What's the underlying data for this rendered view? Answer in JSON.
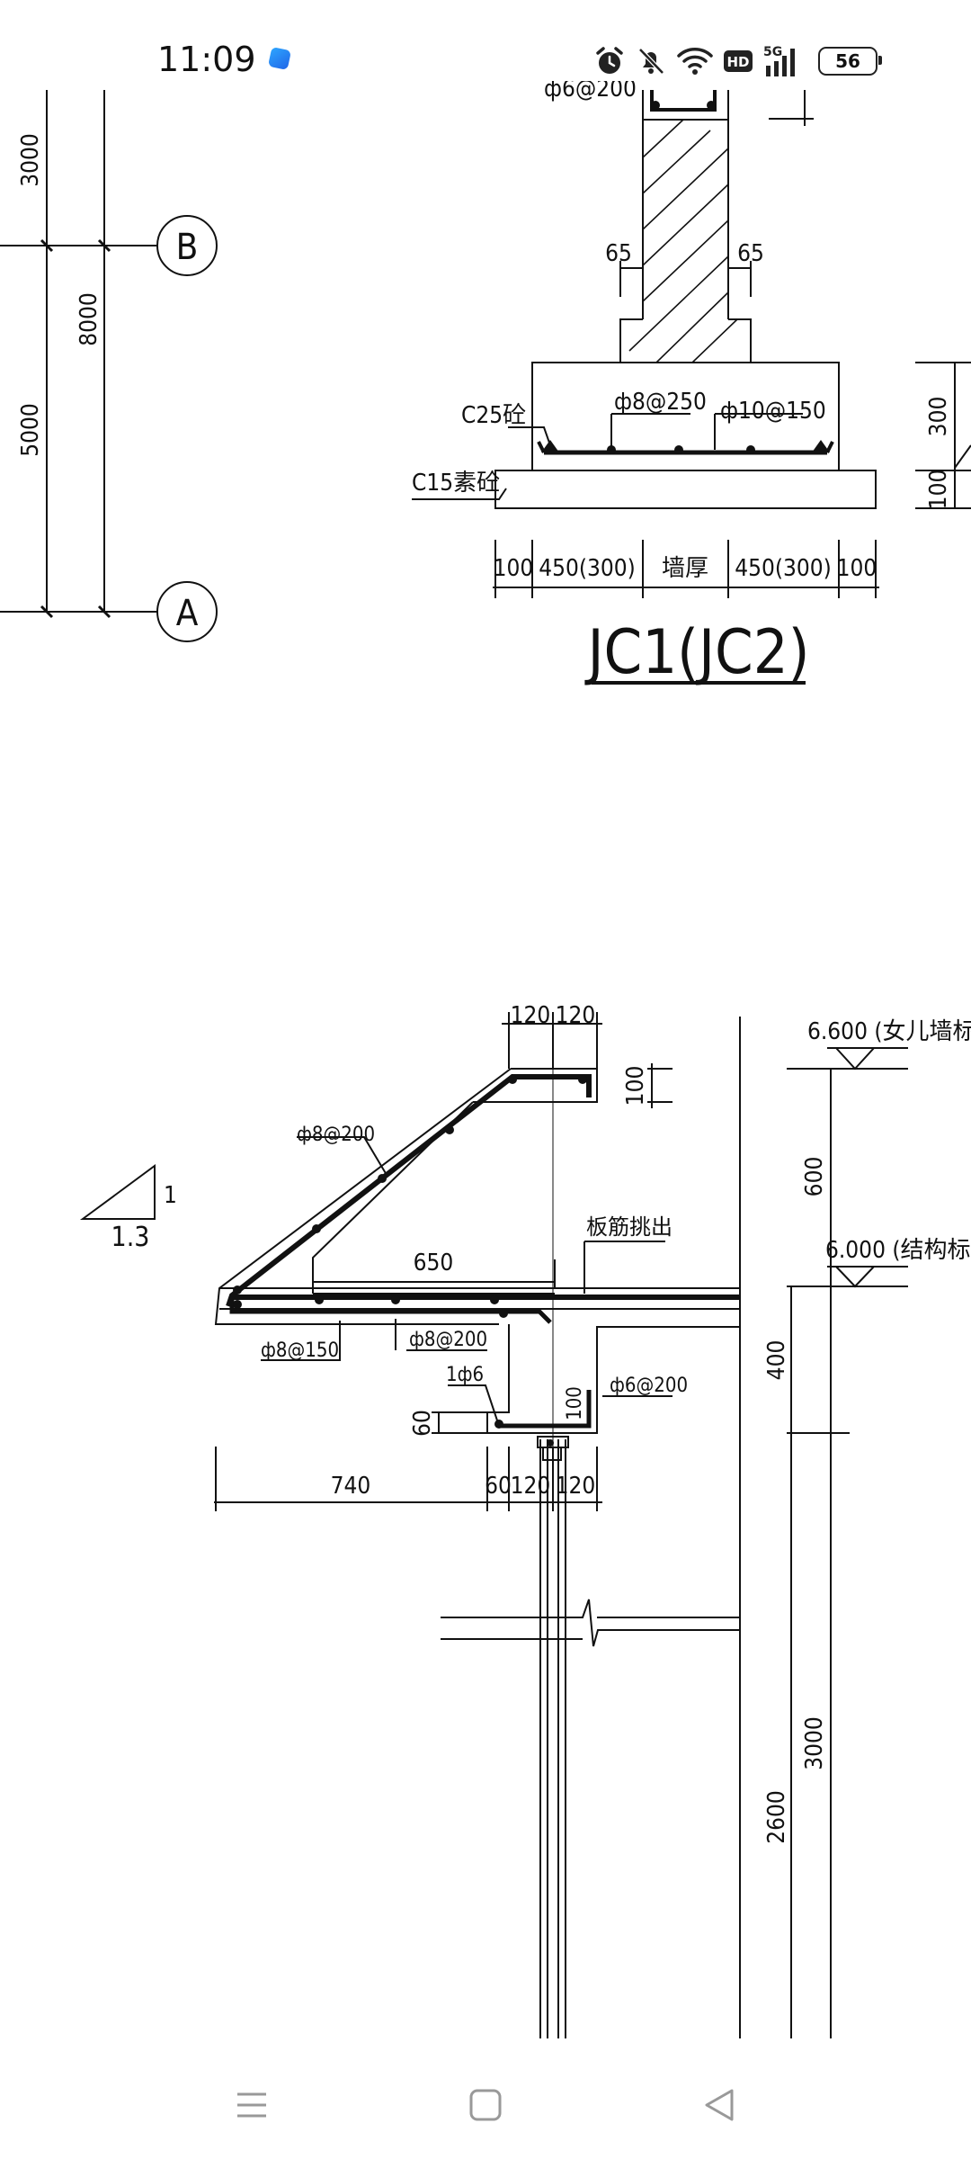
{
  "status_bar": {
    "time": "11:09",
    "signal_label": "5G",
    "hd_label": "HD",
    "battery_level": "56",
    "icons": [
      "app-notification-icon",
      "alarm-icon",
      "mute-icon",
      "wifi-icon",
      "hd-icon",
      "signal-5g-icon",
      "battery-icon"
    ]
  },
  "drawing_top": {
    "axis_dims": [
      "3000",
      "8000",
      "5000"
    ],
    "axis_labels": [
      "B",
      "A"
    ],
    "rebar_partial": "ф6@200",
    "dim_65_left": "65",
    "dim_65_right": "65",
    "concrete_c25": "C25砼",
    "concrete_c15": "C15素砼",
    "rebar_8_250": "ф8@250",
    "rebar_10_150": "ф10@150",
    "dim_right_300": "300",
    "dim_right_100": "100",
    "bottom_dims": [
      "100",
      "450(300)",
      "墙厚",
      "450(300)",
      "100"
    ],
    "title": "JC1(JC2)"
  },
  "drawing_bottom": {
    "dim_top_120a": "120",
    "dim_top_120b": "120",
    "dim_100": "100",
    "rebar_8_200": "ф8@200",
    "slope_1": "1",
    "slope_13": "1.3",
    "dim_650": "650",
    "note_slab": "板筋挑出",
    "rebar_8_150": "ф8@150",
    "rebar_8_200b": "ф8@200",
    "rebar_1_6": "1ф6",
    "rebar_6_200": "ф6@200",
    "dim_100_small": "100",
    "dim_60": "60",
    "bottom_dims": [
      "740",
      "60",
      "120",
      "120"
    ],
    "elev_6600": "6.600 (女儿墙标",
    "elev_6000": "6.000 (结构标",
    "dim_600": "600",
    "dim_400": "400",
    "dim_3000": "3000",
    "dim_2600": "2600"
  },
  "nav_bar": {
    "icons": [
      "menu-icon",
      "home-icon",
      "back-icon"
    ]
  }
}
